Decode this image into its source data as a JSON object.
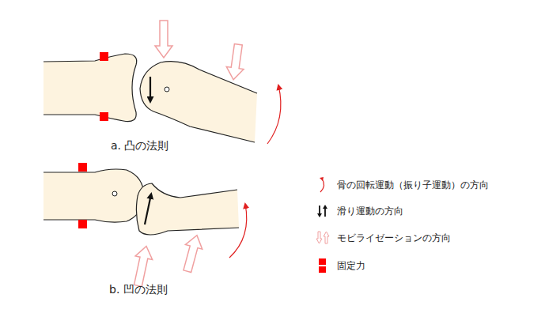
{
  "diagram": {
    "labels": [
      "a. 凸の法則",
      "b. 凹の法則"
    ],
    "legend": [
      {
        "text": "骨の回転運動（振り子運動）の方向"
      },
      {
        "text": "滑り運動の方向"
      },
      {
        "text": "モビライゼーションの方向"
      },
      {
        "text": "固定力",
        "color": "#ff0000"
      }
    ]
  }
}
